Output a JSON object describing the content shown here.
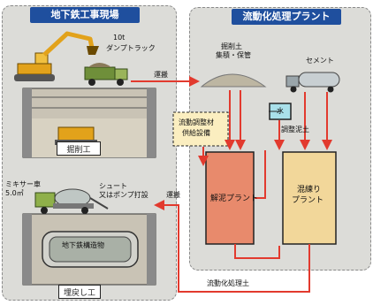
{
  "left_panel": {
    "title": "地下鉄工事現場",
    "truck_label_1": "10t",
    "truck_label_2": "ダンプトラック",
    "excavation_label": "掘削工",
    "mixer_label_1": "ミキサー車",
    "mixer_label_2": "5.0㎥",
    "chute_label_1": "シュート",
    "chute_label_2": "又はポンプ打設",
    "structure_label_1": "地下鉄構造物",
    "structure_label_2": "",
    "backfill_label": "埋戻し工"
  },
  "right_panel": {
    "title": "流動化処理プラント",
    "soil_label_1": "掘削土",
    "soil_label_2": "集積・保管",
    "cement_label": "セメント",
    "adjuster_label_1": "流動調整材",
    "adjuster_label_2": "供給設備",
    "water_label": "水",
    "mud_label": "調整泥土",
    "slurry_plant_label": "解泥プラント",
    "mix_plant_label_1": "混練り",
    "mix_plant_label_2": "プラント"
  },
  "flows": {
    "transport_top": "運搬",
    "transport_bottom": "運搬",
    "fluidized_soil": "流動化処理土"
  },
  "colors": {
    "arrow": "#e23a2e",
    "title_bg": "#1f4f9e",
    "slurry_plant": "#e88a6c",
    "mix_plant": "#f2d79a"
  }
}
